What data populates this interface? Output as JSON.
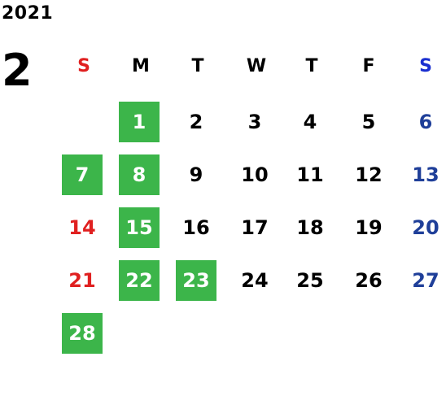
{
  "calendar": {
    "year": "2021",
    "month": "2",
    "weekdays": [
      "S",
      "M",
      "T",
      "W",
      "T",
      "F",
      "S"
    ],
    "days": [
      {
        "label": "1",
        "highlighted": true,
        "color": "#000000"
      },
      {
        "label": "2",
        "highlighted": false,
        "color": "#000000"
      },
      {
        "label": "3",
        "highlighted": false,
        "color": "#000000"
      },
      {
        "label": "4",
        "highlighted": false,
        "color": "#000000"
      },
      {
        "label": "5",
        "highlighted": false,
        "color": "#000000"
      },
      {
        "label": "6",
        "highlighted": false,
        "color": "#1f3f99"
      },
      {
        "label": "7",
        "highlighted": true,
        "color": "#e02020"
      },
      {
        "label": "8",
        "highlighted": true,
        "color": "#000000"
      },
      {
        "label": "9",
        "highlighted": false,
        "color": "#000000"
      },
      {
        "label": "10",
        "highlighted": false,
        "color": "#000000"
      },
      {
        "label": "11",
        "highlighted": false,
        "color": "#000000"
      },
      {
        "label": "12",
        "highlighted": false,
        "color": "#000000"
      },
      {
        "label": "13",
        "highlighted": false,
        "color": "#1f3f99"
      },
      {
        "label": "14",
        "highlighted": false,
        "color": "#e02020"
      },
      {
        "label": "15",
        "highlighted": true,
        "color": "#000000"
      },
      {
        "label": "16",
        "highlighted": false,
        "color": "#000000"
      },
      {
        "label": "17",
        "highlighted": false,
        "color": "#000000"
      },
      {
        "label": "18",
        "highlighted": false,
        "color": "#000000"
      },
      {
        "label": "19",
        "highlighted": false,
        "color": "#000000"
      },
      {
        "label": "20",
        "highlighted": false,
        "color": "#1f3f99"
      },
      {
        "label": "21",
        "highlighted": false,
        "color": "#e02020"
      },
      {
        "label": "22",
        "highlighted": true,
        "color": "#000000"
      },
      {
        "label": "23",
        "highlighted": true,
        "color": "#000000"
      },
      {
        "label": "24",
        "highlighted": false,
        "color": "#000000"
      },
      {
        "label": "25",
        "highlighted": false,
        "color": "#000000"
      },
      {
        "label": "26",
        "highlighted": false,
        "color": "#000000"
      },
      {
        "label": "27",
        "highlighted": false,
        "color": "#1f3f99"
      },
      {
        "label": "28",
        "highlighted": true,
        "color": "#e02020"
      }
    ],
    "colors": {
      "sunday_header": "#e02020",
      "saturday_header": "#1a2fd0",
      "weekday_header": "#000000",
      "highlight": "#3cb54a"
    }
  }
}
